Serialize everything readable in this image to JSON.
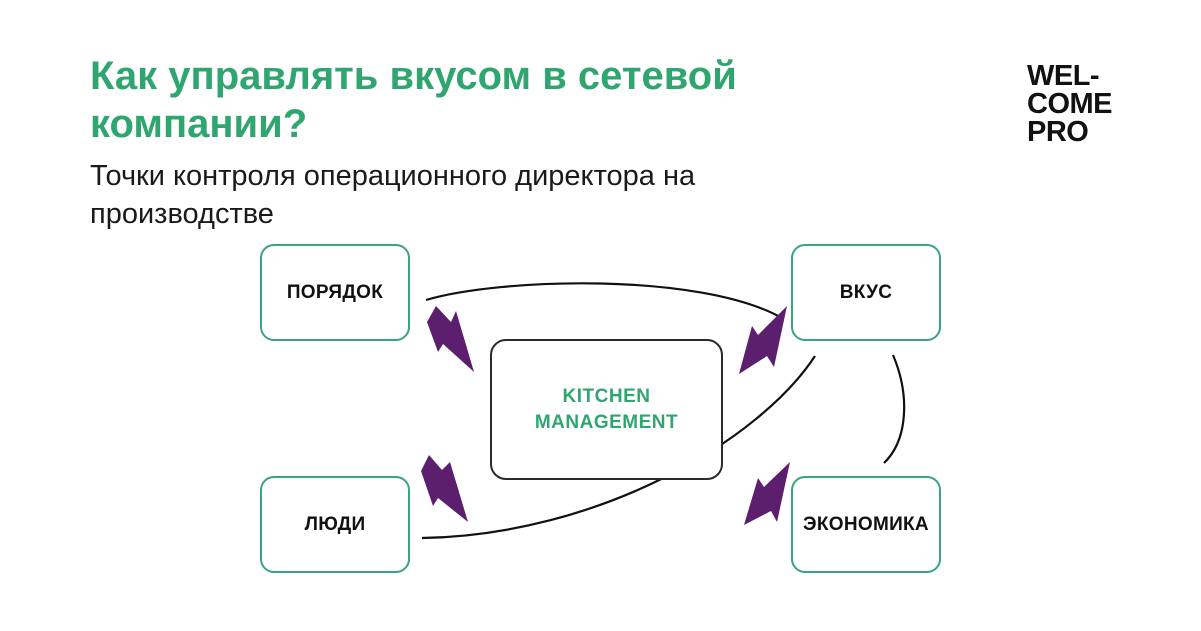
{
  "header": {
    "title": "Как управлять вкусом в сетевой компании?",
    "subtitle": "Точки контроля операционного директора на производстве"
  },
  "logo": {
    "line1": "WEL-",
    "line2": "COME",
    "line3": "PRO"
  },
  "diagram": {
    "center": {
      "line1": "KITCHEN",
      "line2": "MANAGEMENT"
    },
    "nodes": {
      "order": "ПОРЯДОК",
      "taste": "ВКУС",
      "people": "ЛЮДИ",
      "economy": "ЭКОНОМИКА"
    },
    "edges": [
      {
        "from": "order",
        "to": "taste"
      },
      {
        "from": "people",
        "to": "taste"
      },
      {
        "from": "taste",
        "to": "economy"
      }
    ],
    "lightning_icons": 4
  },
  "colors": {
    "accent_green": "#2fa66f",
    "box_border_green": "#3aa57a",
    "center_border": "#2a2a2a",
    "lightning": "#5b1f6e",
    "text_dark": "#111111"
  }
}
